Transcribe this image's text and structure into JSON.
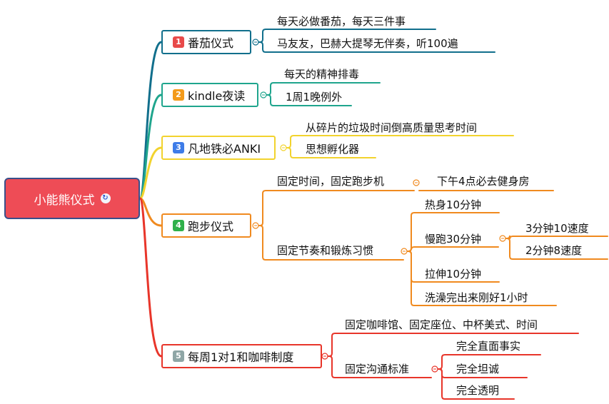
{
  "root": {
    "label": "小能熊仪式",
    "icon": "link-icon"
  },
  "topics": [
    {
      "num": "1",
      "label": "番茄仪式",
      "color": "#116f8c",
      "badge_color": "#e84a4a",
      "children": [
        "每天必做番茄，每天三件事",
        "马友友，巴赫大提琴无伴奏，听100遍"
      ]
    },
    {
      "num": "2",
      "label": "kindle夜读",
      "color": "#1fa58d",
      "badge_color": "#f39b1b",
      "children": [
        "每天的精神排毒",
        "1周1晚例外"
      ]
    },
    {
      "num": "3",
      "label": "凡地铁必ANKI",
      "color": "#f2d32e",
      "badge_color": "#3e7ce8",
      "children": [
        "从碎片的垃圾时间倒高质量思考时间",
        "思想孵化器"
      ]
    },
    {
      "num": "4",
      "label": "跑步仪式",
      "color": "#f08a1f",
      "badge_color": "#2fb04a",
      "children": [
        {
          "label": "固定时间，固定跑步机",
          "children": [
            "下午4点必去健身房"
          ]
        },
        {
          "label": "固定节奏和锻炼习惯",
          "children": [
            "热身10分钟",
            {
              "label": "慢跑30分钟",
              "children": [
                "3分钟10速度",
                "2分钟8速度"
              ]
            },
            "拉伸10分钟",
            "洗澡完出来刚好1小时"
          ]
        }
      ]
    },
    {
      "num": "5",
      "label": "每周1对1和咖啡制度",
      "color": "#e8352a",
      "badge_color": "#8fa6a6",
      "children": [
        "固定咖啡馆、固定座位、中杯美式、时间",
        {
          "label": "固定沟通标准",
          "children": [
            "完全直面事实",
            "完全坦诚",
            "完全透明"
          ]
        }
      ]
    }
  ]
}
